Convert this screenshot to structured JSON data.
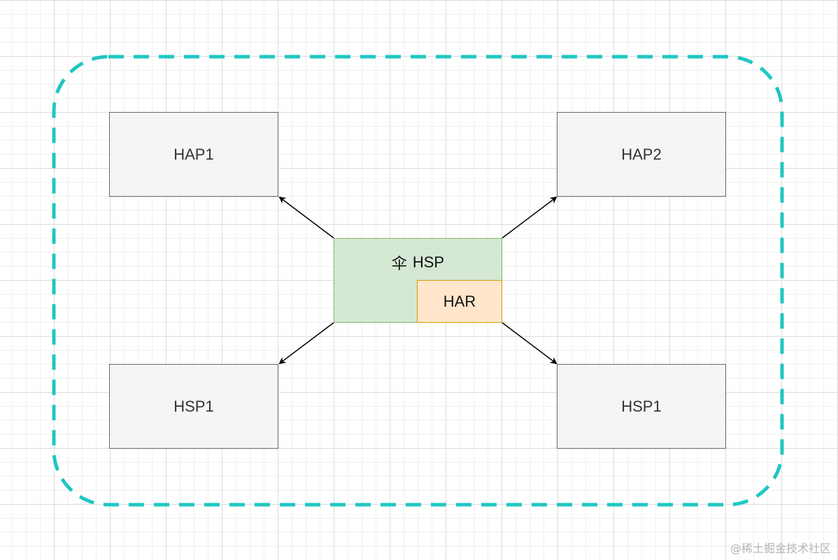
{
  "diagram": {
    "nodes": {
      "hap1": "HAP1",
      "hap2": "HAP2",
      "hsp1_left": "HSP1",
      "hsp1_right": "HSP1",
      "hsp_icon_glyph": "伞",
      "hsp": "HSP",
      "har": "HAR"
    },
    "edges": [
      {
        "from": "HSP",
        "to": "HAP1"
      },
      {
        "from": "HSP",
        "to": "HAP2"
      },
      {
        "from": "HSP",
        "to": "HSP1 (left)"
      },
      {
        "from": "HSP",
        "to": "HSP1 (right)"
      }
    ],
    "colors": {
      "boundary": "#1fc7c1",
      "hsp_fill": "#d5e8d4",
      "hsp_stroke": "#82b366",
      "har_fill": "#ffe6cc",
      "har_stroke": "#d79b00",
      "box_fill": "#f5f5f5",
      "box_stroke": "#666666"
    }
  },
  "watermark": "@稀土掘金技术社区"
}
